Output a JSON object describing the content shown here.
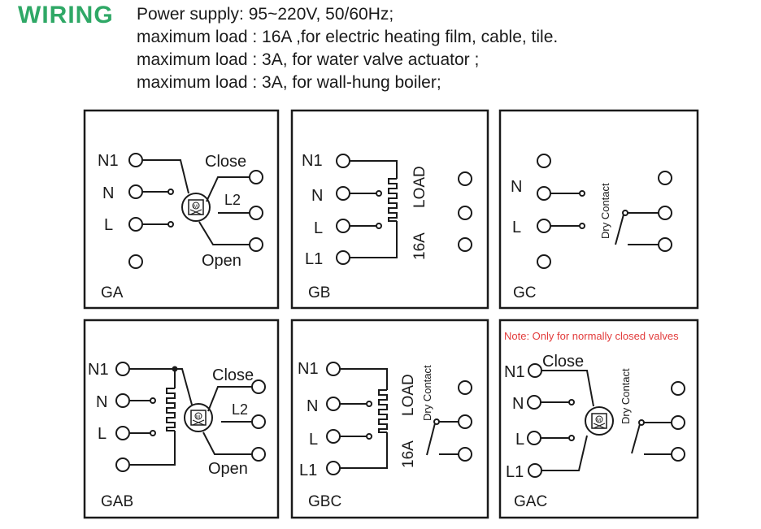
{
  "header": {
    "title": "WIRING",
    "specs": [
      "Power supply: 95~220V, 50/60Hz;",
      "maximum load : 16A ,for electric heating film,  cable, tile.",
      "maximum load : 3A,  for water valve actuator ;",
      "maximum load : 3A,  for wall-hung boiler;"
    ]
  },
  "colors": {
    "title": "#2fa866",
    "note": "#e23b3b",
    "line": "#1a1a1a"
  },
  "panels": {
    "ga": {
      "name": "GA",
      "t1": "N1",
      "t2": "N",
      "t3": "L",
      "close": "Close",
      "open": "Open",
      "l2": "L2",
      "motor": "M"
    },
    "gb": {
      "name": "GB",
      "t1": "N1",
      "t2": "N",
      "t3": "L",
      "t4": "L1",
      "load": "LOAD",
      "amp": "16A"
    },
    "gc": {
      "name": "GC",
      "t2": "N",
      "t3": "L",
      "dry": "Dry Contact"
    },
    "gab": {
      "name": "GAB",
      "t1": "N1",
      "t2": "N",
      "t3": "L",
      "close": "Close",
      "open": "Open",
      "l2": "L2",
      "motor": "M"
    },
    "gbc": {
      "name": "GBC",
      "t1": "N1",
      "t2": "N",
      "t3": "L",
      "t4": "L1",
      "load": "LOAD",
      "amp": "16A",
      "dry": "Dry Contact"
    },
    "gac": {
      "name": "GAC",
      "note": "Note: Only for normally closed valves",
      "t1": "N1",
      "t2": "N",
      "t3": "L",
      "t4": "L1",
      "close": "Close",
      "dry": "Dry Contact",
      "motor": "M"
    }
  }
}
